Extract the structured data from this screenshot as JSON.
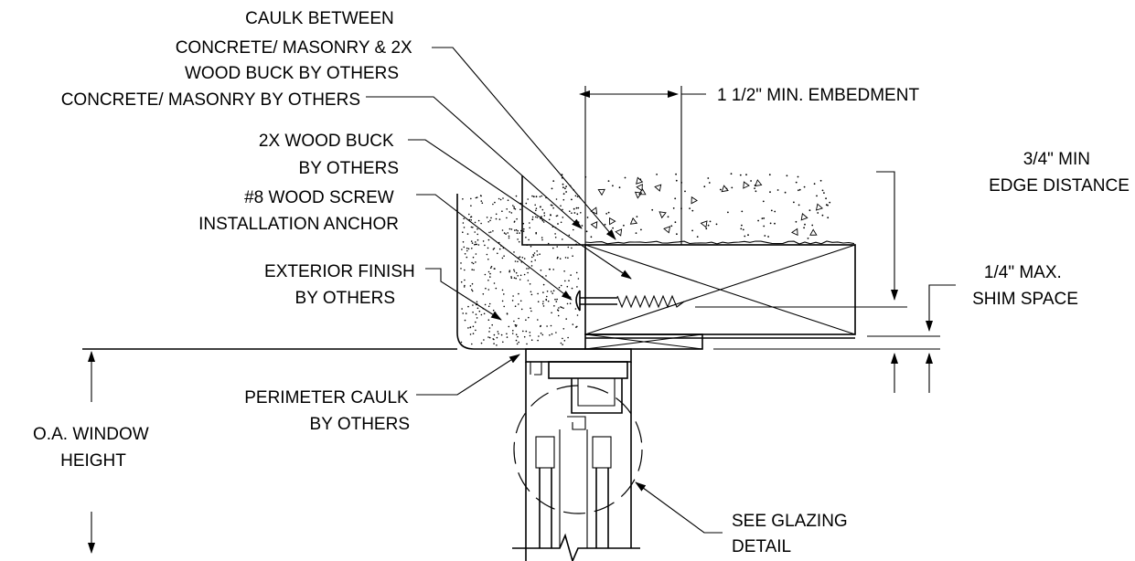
{
  "labels": {
    "caulk_between": [
      "CAULK BETWEEN",
      "CONCRETE/ MASONRY & 2X",
      "WOOD BUCK BY OTHERS"
    ],
    "concrete_masonry": [
      "CONCRETE/ MASONRY BY OTHERS"
    ],
    "wood_buck": [
      "2X WOOD BUCK",
      "BY OTHERS"
    ],
    "wood_screw": [
      "#8 WOOD SCREW",
      "INSTALLATION ANCHOR"
    ],
    "exterior_finish": [
      "EXTERIOR FINISH",
      "BY OTHERS"
    ],
    "perimeter_caulk": [
      "PERIMETER CAULK",
      "BY OTHERS"
    ],
    "window_height": [
      "O.A. WINDOW",
      "HEIGHT"
    ],
    "glazing_detail": [
      "SEE GLAZING",
      "DETAIL"
    ],
    "embedment": [
      "1 1/2\" MIN. EMBEDMENT"
    ],
    "edge_distance": [
      "3/4\" MIN",
      "EDGE DISTANCE"
    ],
    "shim_space": [
      "1/4\" MAX.",
      "SHIM SPACE"
    ]
  },
  "colors": {
    "line": "#000000",
    "background": "#ffffff"
  }
}
